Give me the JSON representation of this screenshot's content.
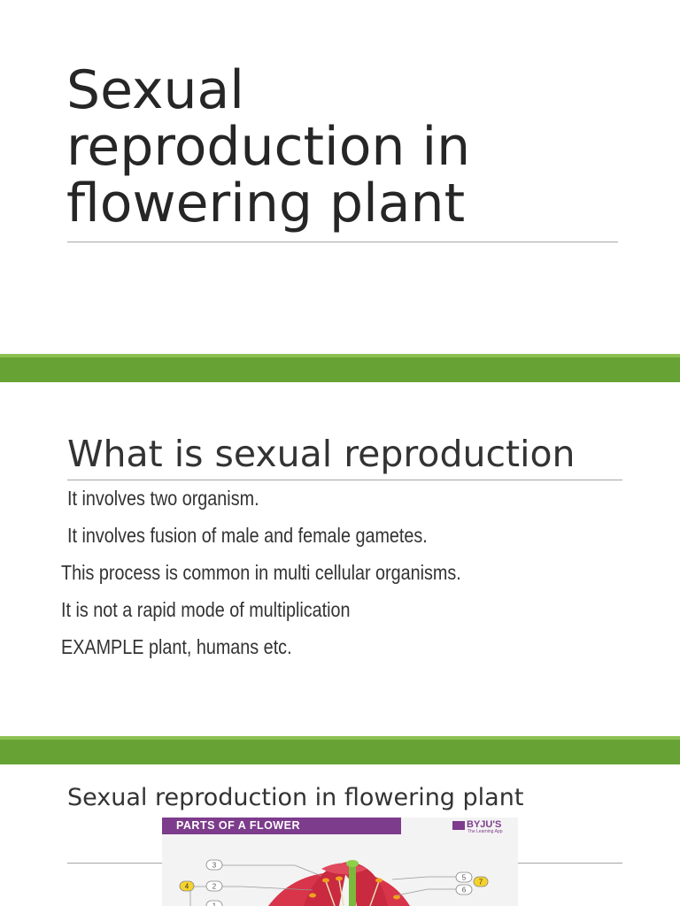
{
  "slide1": {
    "title_lines": [
      "Sexual",
      "reproduction in",
      "flowering plant"
    ]
  },
  "slide2": {
    "title": "What is sexual reproduction",
    "bullets": [
      "It involves two organism.",
      "It involves fusion of male and female gametes.",
      "This process is common in multi cellular organisms.",
      "It is not a rapid mode of multiplication",
      "EXAMPLE plant, humans etc."
    ]
  },
  "slide3": {
    "title": "Sexual reproduction in flowering plant",
    "poster": {
      "title": "PARTS OF A FLOWER",
      "brand": "BYJU'S",
      "brand_tagline": "The Learning App",
      "callouts": [
        "1",
        "2",
        "3",
        "4",
        "5",
        "6",
        "7"
      ]
    }
  },
  "colors": {
    "divider_green": "#66a334",
    "poster_purple": "#7d3c8c",
    "petal_red": "#d8344a"
  }
}
